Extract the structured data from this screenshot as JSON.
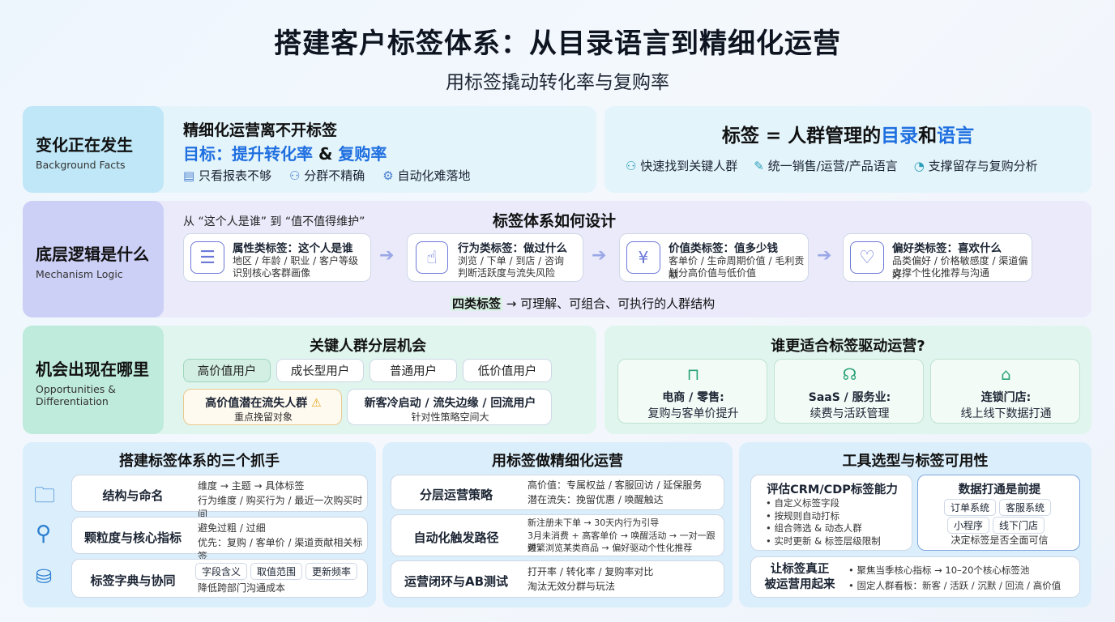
{
  "header": {
    "title": "搭建客户标签体系：从目录语言到精细化运营",
    "subtitle": "用标签撬动转化率与复购率"
  },
  "section1": {
    "label_cn": "变化正在发生",
    "label_en": "Background Facts",
    "heading": "精细化运营离不开标签",
    "goal_prefix": "目标：",
    "goal_a": "提升转化率",
    "goal_amp": " & ",
    "goal_b": "复购率",
    "pains": [
      "只看报表不够",
      "分群不精确",
      "自动化难落地"
    ],
    "right_title_a": "标签 = 人群管理的",
    "right_title_b": "目录",
    "right_title_c": "和",
    "right_title_d": "语言",
    "right_items": [
      "快速找到关键人群",
      "统一销售/运营/产品语言",
      "支撑留存与复购分析"
    ]
  },
  "section2": {
    "label_cn": "底层逻辑是什么",
    "label_en": "Mechanism Logic",
    "from_to": "从 “这个人是谁” 到 “值不值得维护”",
    "heading": "标签体系如何设计",
    "cards": [
      {
        "title": "属性类标签：这个人是谁",
        "line1": "地区 / 年龄 / 职业 / 客户等级",
        "line2": "识别核心客群画像"
      },
      {
        "title": "行为类标签：做过什么",
        "line1": "浏览 / 下单 / 到店 / 咨询",
        "line2": "判断活跃度与流失风险"
      },
      {
        "title": "价值类标签：值多少钱",
        "line1": "客单价 / 生命周期价值 / 毛利贡献",
        "line2": "划分高价值与低价值"
      },
      {
        "title": "偏好类标签：喜欢什么",
        "line1": "品类偏好 / 价格敏感度 / 渠道偏好",
        "line2": "支撑个性化推荐与沟通"
      }
    ],
    "summary_a": "四类标签",
    "summary_b": " → 可理解、可组合、可执行的人群结构"
  },
  "section3": {
    "label_cn": "机会出现在哪里",
    "label_en1": "Opportunities &",
    "label_en2": "Differentiation",
    "heading": "关键人群分层机会",
    "segments": [
      "高价值用户",
      "成长型用户",
      "普通用户",
      "低价值用户"
    ],
    "risk_title": "高价值潜在流失人群",
    "risk_sub": "重点挽留对象",
    "new_title": "新客冷启动 / 流失边缘 / 回流用户",
    "new_sub": "针对性策略空间大",
    "right_heading": "谁更适合标签驱动运营?",
    "fits": [
      {
        "title": "电商 / 零售:",
        "sub": "复购与客单价提升"
      },
      {
        "title": "SaaS / 服务业:",
        "sub": "续费与活跃管理"
      },
      {
        "title": "连锁门店:",
        "sub": "线上线下数据打通"
      }
    ]
  },
  "section4": {
    "col1": {
      "heading": "搭建标签体系的三个抓手",
      "rows": [
        {
          "name": "结构与命名",
          "l1": "维度 → 主题 → 具体标签",
          "l2": "行为维度 / 购买行为 / 最近一次购买时间"
        },
        {
          "name": "颗粒度与核心指标",
          "l1": "避免过粗 / 过细",
          "l2": "优先：复购 / 客单价 / 渠道贡献相关标签"
        },
        {
          "name": "标签字典与协同",
          "tags": [
            "字段含义",
            "取值范围",
            "更新频率"
          ],
          "l2": "降低跨部门沟通成本"
        }
      ]
    },
    "col2": {
      "heading": "用标签做精细化运营",
      "rows": [
        {
          "name": "分层运营策略",
          "l1": "高价值：专属权益 / 客服回访 / 延保服务",
          "l2": "潜在流失：挽留优惠 / 唤醒触达"
        },
        {
          "name": "自动化触发路径",
          "l1": "新注册未下单 → 30天内行为引导",
          "l2": "3月未消费 + 高客单价 → 唤醒活动 → 一对一跟进",
          "l3": "频繁浏览某类商品 → 偏好驱动个性化推荐"
        },
        {
          "name": "运营闭环与AB测试",
          "l1": "打开率 / 转化率 / 复购率对比",
          "l2": "淘汰无效分群与玩法"
        }
      ]
    },
    "col3": {
      "heading": "工具选型与标签可用性",
      "eval_title": "评估CRM/CDP标签能力",
      "eval_items": [
        "自定义标签字段",
        "按规则自动打标",
        "组合筛选 & 动态人群",
        "实时更新 & 标签层级限制"
      ],
      "data_title": "数据打通是前提",
      "data_tags": [
        "订单系统",
        "客服系统",
        "小程序",
        "线下门店"
      ],
      "data_note": "决定标签是否全面可信",
      "run_title1": "让标签真正",
      "run_title2": "被运营用起来",
      "run_items": [
        "聚焦当季核心指标 → 10–20个核心标签池",
        "固定人群看板：新客 / 活跃 / 沉默 / 回流 / 高价值"
      ]
    }
  },
  "colors": {
    "accent_blue": "#1f6fe0",
    "cyan": "#d6f0fa",
    "lavender": "#e6e7fb",
    "mint": "#d9f3ea",
    "blue_panel": "#dbeefb"
  }
}
